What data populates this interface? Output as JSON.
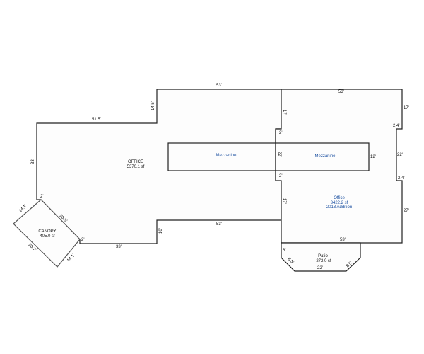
{
  "rooms": {
    "office": {
      "name": "OFFICE",
      "area": "5370.1 sf"
    },
    "canopy": {
      "name": "CANOPY",
      "area": "405.0 sf"
    },
    "addition": {
      "name": "Office",
      "area": "3422.2 sf",
      "note": "2013 Addition"
    },
    "patio": {
      "name": "Patio",
      "area": "272.0 sf"
    },
    "mezzanine_left": {
      "name": "Mezzanine"
    },
    "mezzanine_right": {
      "name": "Mezzanine"
    }
  },
  "dimensions": {
    "office_top_upper": "53'",
    "office_top_lower": "51.5'",
    "office_step": "14.5'",
    "office_left": "33'",
    "office_corner": "2'",
    "office_diag": "28.5'",
    "office_corner2": "2'",
    "office_bottom_left": "33'",
    "office_step_bottom": "10'",
    "office_bottom": "53'",
    "canopy_top_left": "14.1'",
    "canopy_bottom_left": "28.7'",
    "canopy_bottom_right": "14.1'",
    "add_top": "53'",
    "add_left_upper": "17'",
    "add_jog_upper": "2'",
    "add_mid": "22'",
    "add_jog_lower": "2'",
    "add_left_lower": "17'",
    "add_right_upper": "17'",
    "add_notch_upper": "2.4'",
    "add_notch": "22'",
    "add_notch_lower": "2.4'",
    "add_right_lower": "27'",
    "add_bottom": "53'",
    "mezz_right": "12'",
    "patio_left": "6'",
    "patio_diag_left": "8.5'",
    "patio_bottom": "22'",
    "patio_diag_right": "8.5'"
  }
}
